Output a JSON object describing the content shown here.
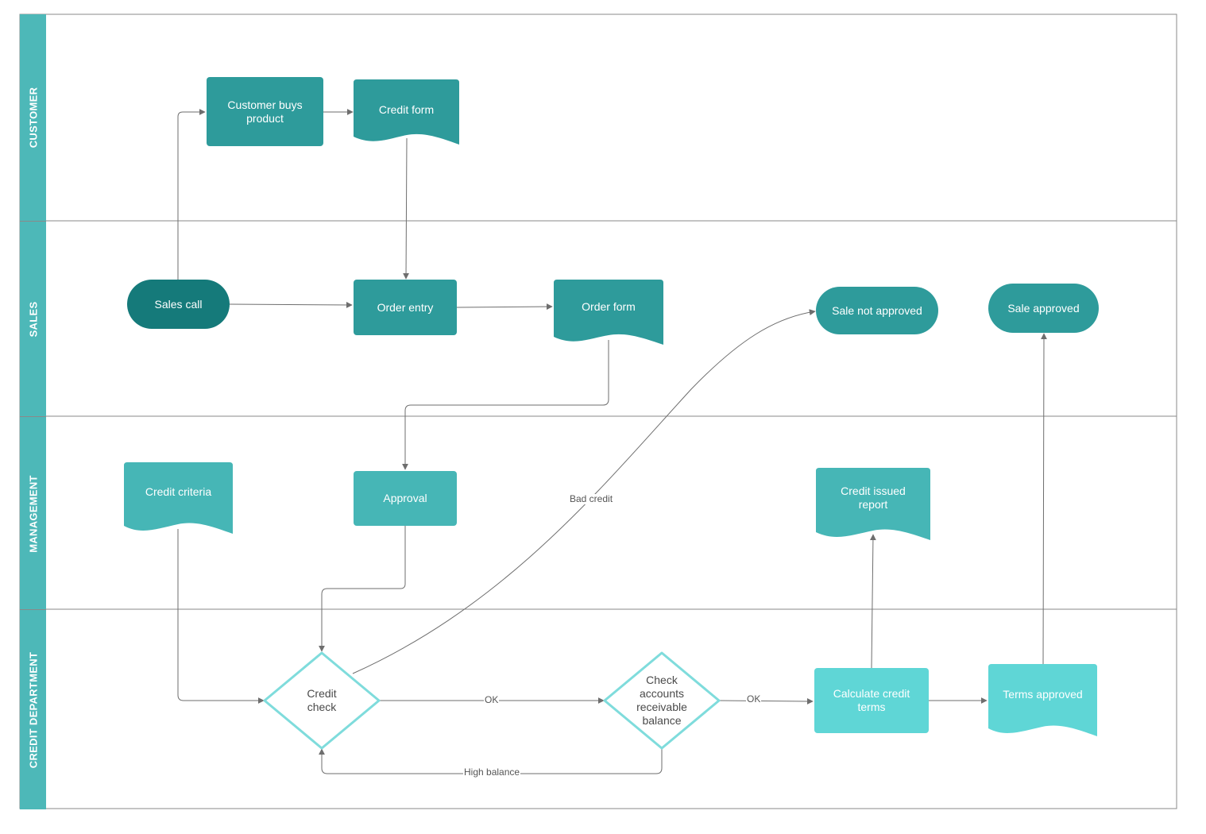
{
  "lanes": [
    {
      "id": "customer",
      "label": "CUSTOMER"
    },
    {
      "id": "sales",
      "label": "SALES"
    },
    {
      "id": "management",
      "label": "MANAGEMENT"
    },
    {
      "id": "credit",
      "label": "CREDIT DEPARTMENT"
    }
  ],
  "nodes": {
    "customer_buys": "Customer buys product",
    "credit_form": "Credit form",
    "sales_call": "Sales call",
    "order_entry": "Order entry",
    "order_form": "Order form",
    "sale_not_approved": "Sale not approved",
    "sale_approved": "Sale approved",
    "credit_criteria": "Credit criteria",
    "approval": "Approval",
    "credit_issued_report": "Credit issued report",
    "credit_check": "Credit check",
    "check_accounts": "Check accounts receivable balance",
    "calculate_credit_terms": "Calculate credit terms",
    "terms_approved": "Terms approved"
  },
  "edge_labels": {
    "bad_credit": "Bad credit",
    "ok_1": "OK",
    "ok_2": "OK",
    "high_balance": "High balance"
  },
  "colors": {
    "lane_header": "#4db8b8",
    "dark_teal": "#157a7a",
    "teal": "#2e9b9b",
    "mid_teal": "#46b6b6",
    "light_teal": "#5fd6d6",
    "diamond_stroke": "#7fdcdc",
    "connector": "#6e6e6e"
  }
}
